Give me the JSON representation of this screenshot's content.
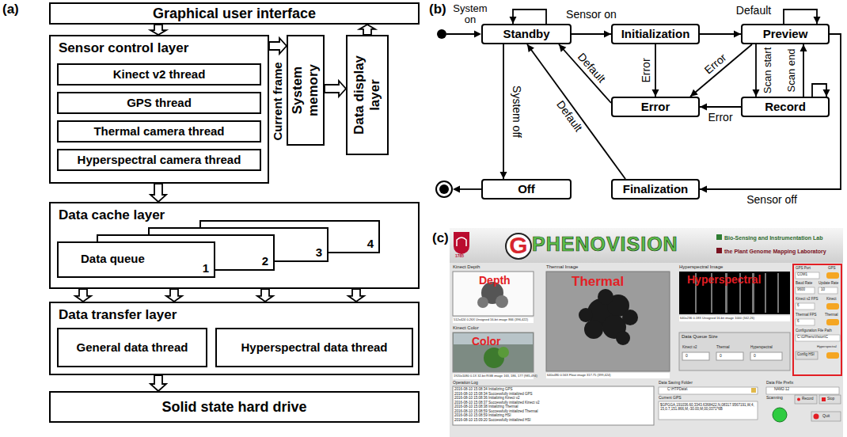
{
  "diagram": {
    "nodes": [
      {
        "text": [
          "Graphical user interface"
        ]
      },
      {
        "text": [
          "Sensor control layer"
        ]
      },
      {
        "text": [
          "Kinect v2 thread"
        ],
        "in": 1
      },
      {
        "text": [
          "GPS thread"
        ],
        "in": 1
      },
      {
        "text": [
          "Thermal camera thread"
        ],
        "in": 1
      },
      {
        "text": [
          "Hyperspectral camera thread"
        ],
        "in": 1
      },
      {
        "text": [
          "System memory"
        ]
      },
      {
        "text": [
          "Data display layer"
        ]
      },
      {
        "text": [
          "Data cache layer"
        ]
      },
      {
        "text": [
          "Data queue",
          "1"
        ],
        "in": 8
      },
      {
        "text": [
          "2"
        ],
        "in": 8
      },
      {
        "text": [
          "3"
        ],
        "in": 8
      },
      {
        "text": [
          "4"
        ],
        "in": 8
      },
      {
        "text": [
          "Data transfer layer"
        ]
      },
      {
        "text": [
          "General data thread"
        ],
        "in": 13
      },
      {
        "text": [
          "Hyperspectral data thread"
        ],
        "in": 13
      },
      {
        "text": [
          "Solid state hard drive"
        ]
      },
      {
        "text": [
          "Standby"
        ]
      },
      {
        "text": [
          "Initialization"
        ]
      },
      {
        "text": [
          "Preview"
        ]
      },
      {
        "text": [
          "Error"
        ]
      },
      {
        "text": [
          "Record"
        ]
      },
      {
        "text": [
          "Off"
        ]
      },
      {
        "text": [
          "Finalization"
        ]
      }
    ],
    "edges": [
      {
        "from": 0,
        "to": 1,
        "arrow": "to"
      },
      {
        "from": 1,
        "to": 6,
        "arrow": "to",
        "label": "Current frame"
      },
      {
        "from": 6,
        "to": 7,
        "arrow": "to"
      },
      {
        "from": 7,
        "to": 0,
        "arrow": "to"
      },
      {
        "from": 1,
        "to": 8,
        "arrow": "to"
      },
      {
        "from": 8,
        "to": 13,
        "arrow": "to"
      },
      {
        "from": 8,
        "to": 13,
        "arrow": "to"
      },
      {
        "from": 8,
        "to": 13,
        "arrow": "to"
      },
      {
        "from": 8,
        "to": 13,
        "arrow": "to"
      },
      {
        "from": 13,
        "to": 16,
        "arrow": "to"
      },
      {
        "from": 17,
        "to": 17,
        "arrow": "to"
      },
      {
        "from": 17,
        "to": 18,
        "arrow": "to",
        "label": "Sensor on"
      },
      {
        "from": 18,
        "to": 19,
        "arrow": "to"
      },
      {
        "from": 19,
        "to": 19,
        "arrow": "to",
        "label": "Default"
      },
      {
        "from": 18,
        "to": 20,
        "arrow": "to",
        "label": "Error"
      },
      {
        "from": 19,
        "to": 20,
        "arrow": "to",
        "label": "Error"
      },
      {
        "from": 19,
        "to": 21,
        "arrow": "to",
        "label": "Scan start"
      },
      {
        "from": 21,
        "to": 19,
        "arrow": "to",
        "label": "Scan end"
      },
      {
        "from": 21,
        "to": 20,
        "arrow": "to",
        "label": "Error"
      },
      {
        "from": 21,
        "to": 21,
        "arrow": "to"
      },
      {
        "from": 20,
        "to": 17,
        "arrow": "to",
        "label": "Default"
      },
      {
        "from": 23,
        "to": 17,
        "arrow": "to",
        "label": "Default"
      },
      {
        "from": 17,
        "to": 22,
        "arrow": "to",
        "label": "System off"
      },
      {
        "from": 19,
        "to": 23,
        "arrow": "to",
        "label": "Sensor off"
      }
    ],
    "labels": [
      "(a)",
      "(b)",
      "System on",
      "(c)",
      "1785",
      "G",
      "PHENOVISION",
      "Bio-Sensing and Instrumentation Lab",
      "the Plant Genome Mapping Laboratory",
      "Kinect Depth",
      "Depth",
      "512x424 0.26X Unsigned 16-bit image 866 (396,422)",
      "Kinect Color",
      "Color",
      "1920x1080 0.1X 32-bit RGB image 163, 186, 177 (985,494)",
      "Thermal Image",
      "Thermal",
      "640x480 0.56X Float image 317.75 (399,424)",
      "Hyperspectral Image",
      "Hyperspectral",
      "640x236 0.18X Unsigned 16-bit image 1000 (342,26)",
      "Data Queue Size",
      "Kinect v2",
      "Thermal",
      "Hyperspectral",
      "0",
      "0",
      "0",
      "GPS Port",
      "GPS",
      "COM1",
      "Baud Rate",
      "Update Rate",
      "9600",
      "10",
      "Kinect v2 FPS",
      "Kinect",
      "6",
      "Thermal FPS",
      "Thermal",
      "6",
      "Configuration File Path",
      "C:\\GPhenoVision\\C",
      "Hyperspectral",
      "Config HSI",
      "Operation Log",
      "2016-08-10 15:08:34 Initializing GPS",
      "2016-08-10 15:08:34 Successfully initialized GPS",
      "2016-08-10 15:08:36 Initializing Kinect v2",
      "2016-08-10 15:08:37 Successfully initialized Kinect v2",
      "2016-08-10 15:08:38 Initializing Thermal",
      "2016-08-10 15:08:59 Successfully initialized Thermal",
      "2016-08-10 15:08:59 Initializing HSI",
      "2016-08-10 15:09:20 Successfully initialized HSI",
      "Data Saving Folder",
      "C:\\HTPData\\",
      "Data File Prefix",
      "NAM2-12",
      "Record",
      "Stop",
      "Current GPS",
      "$GPGGA,191036.60,3343.6368422,N,08317.9567191,W,4,15,0.7,151.866,M,-30.00,M,00,0371*6B",
      "Scanning",
      "Quit"
    ]
  }
}
